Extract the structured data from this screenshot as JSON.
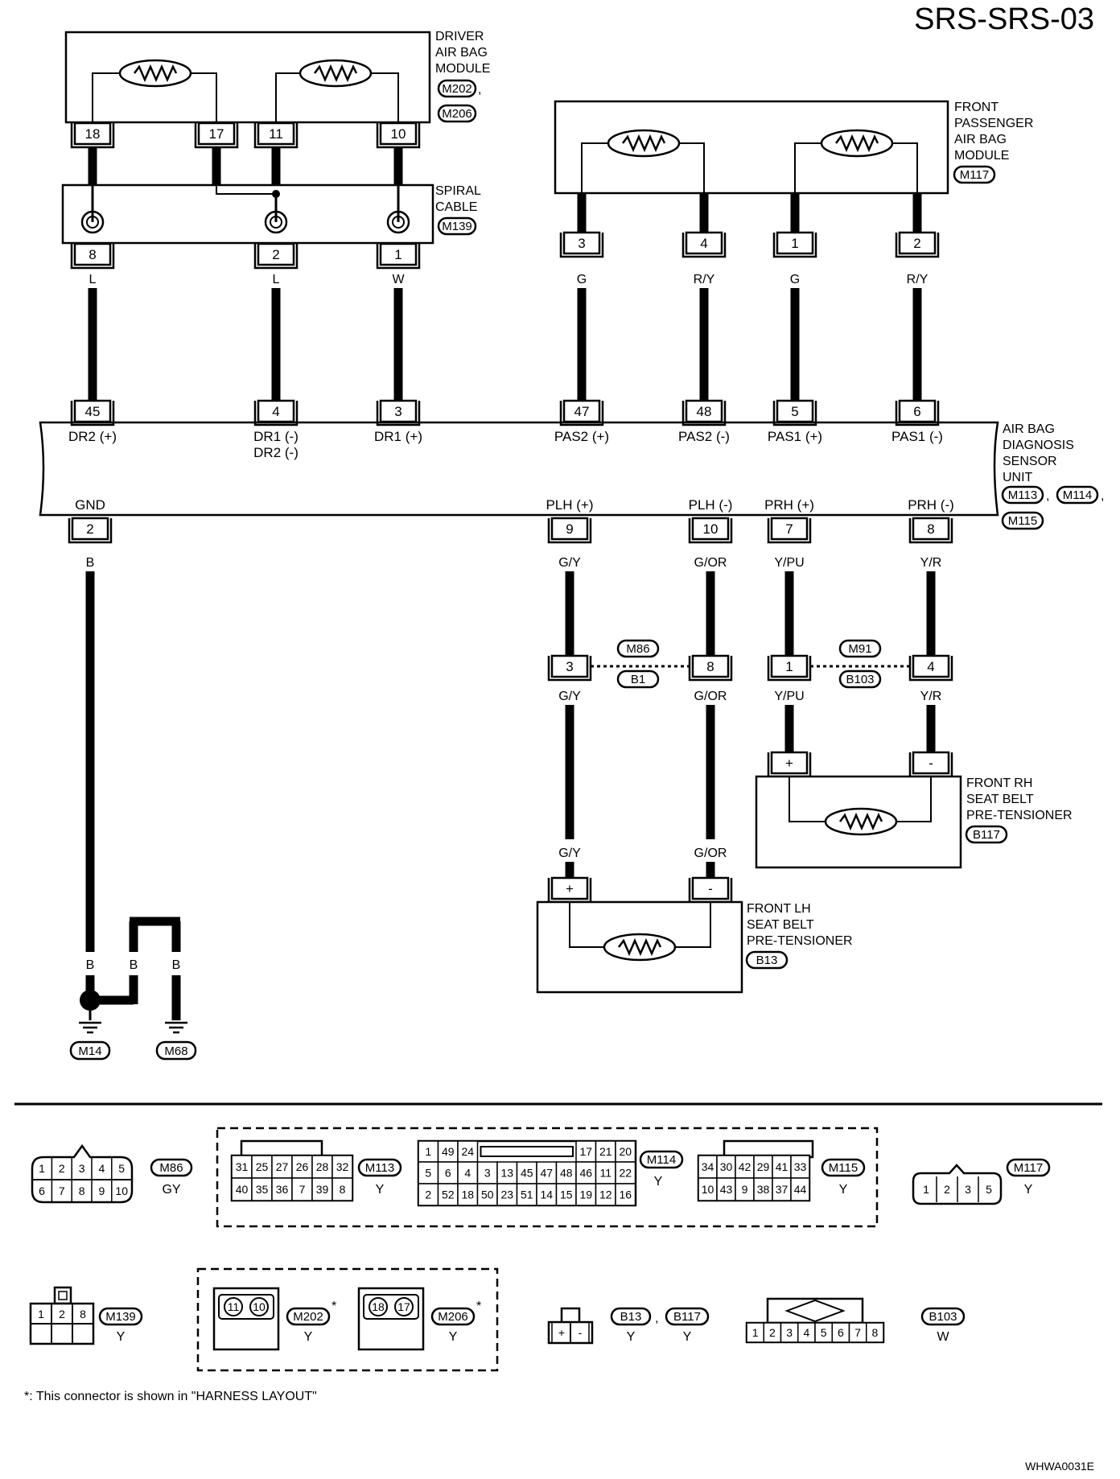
{
  "title": "SRS-SRS-03",
  "footer_code": "WHWA0031E",
  "note": "*: This connector is shown in \"HARNESS LAYOUT\"",
  "components": {
    "driver_module": {
      "label": [
        "DRIVER",
        "AIR BAG",
        "MODULE"
      ],
      "connectors": [
        "M202",
        "M206"
      ]
    },
    "spiral_cable": {
      "label": [
        "SPIRAL",
        "CABLE"
      ],
      "connector": "M139"
    },
    "passenger_module": {
      "label": [
        "FRONT",
        "PASSENGER",
        "AIR BAG",
        "MODULE"
      ],
      "connector": "M117"
    },
    "sensor_unit": {
      "label": [
        "AIR BAG",
        "DIAGNOSIS",
        "SENSOR",
        "UNIT"
      ],
      "connectors": [
        "M113",
        "M114",
        "M115"
      ]
    },
    "rh_pretensioner": {
      "label": [
        "FRONT RH",
        "SEAT BELT",
        "PRE-TENSIONER"
      ],
      "connector": "B117"
    },
    "lh_pretensioner": {
      "label": [
        "FRONT LH",
        "SEAT BELT",
        "PRE-TENSIONER"
      ],
      "connector": "B13"
    }
  },
  "pins": {
    "driver": [
      "18",
      "17",
      "11",
      "10"
    ],
    "spiral_bottom": [
      "8",
      "2",
      "1"
    ],
    "passenger": [
      "3",
      "4",
      "1",
      "2"
    ],
    "unit_top": [
      "45",
      "4",
      "3",
      "47",
      "48",
      "5",
      "6"
    ],
    "unit_bottom": [
      "2",
      "9",
      "10",
      "7",
      "8"
    ],
    "joint_m86": [
      "3",
      "8"
    ],
    "joint_m91": [
      "1",
      "4"
    ],
    "pretensioner": [
      "+",
      "-"
    ]
  },
  "wire_colors": {
    "spiral": [
      "L",
      "L",
      "W"
    ],
    "passenger": [
      "G",
      "R/Y",
      "G",
      "R/Y"
    ],
    "unit_bottom": [
      "B",
      "G/Y",
      "G/OR",
      "Y/PU",
      "Y/R"
    ],
    "ground": [
      "B",
      "B",
      "B"
    ]
  },
  "terminals": {
    "top": [
      "DR2 (+)",
      "DR1 (-)",
      "DR2 (-)",
      "DR1 (+)",
      "PAS2 (+)",
      "PAS2 (-)",
      "PAS1 (+)",
      "PAS1 (-)"
    ],
    "bottom": [
      "GND",
      "PLH (+)",
      "PLH (-)",
      "PRH (+)",
      "PRH (-)"
    ]
  },
  "joint_connectors": {
    "m86": [
      "M86",
      "B1"
    ],
    "m91": [
      "M91",
      "B103"
    ]
  },
  "grounds": [
    "M14",
    "M68"
  ],
  "connector_views": {
    "m86": {
      "ref": "M86",
      "color": "GY",
      "row1": [
        "1",
        "2",
        "3",
        "4",
        "5"
      ],
      "row2": [
        "6",
        "7",
        "8",
        "9",
        "10"
      ]
    },
    "m113": {
      "ref": "M113",
      "color": "Y",
      "row1": [
        "31",
        "25",
        "27",
        "26",
        "28",
        "32"
      ],
      "row2": [
        "40",
        "35",
        "36",
        "7",
        "39",
        "8"
      ]
    },
    "m114": {
      "ref": "M114",
      "color": "Y",
      "row1": [
        "1",
        "49",
        "24",
        "17",
        "21",
        "20"
      ],
      "row2": [
        "5",
        "6",
        "4",
        "3",
        "13",
        "45",
        "47",
        "48",
        "46",
        "11",
        "22"
      ],
      "row3": [
        "2",
        "52",
        "18",
        "50",
        "23",
        "51",
        "14",
        "15",
        "19",
        "12",
        "16"
      ]
    },
    "m115": {
      "ref": "M115",
      "color": "Y",
      "row1": [
        "34",
        "30",
        "42",
        "29",
        "41",
        "33"
      ],
      "row2": [
        "10",
        "43",
        "9",
        "38",
        "37",
        "44"
      ]
    },
    "m117": {
      "ref": "M117",
      "color": "Y",
      "pins": [
        "1",
        "2",
        "3",
        "5"
      ]
    },
    "m139": {
      "ref": "M139",
      "color": "Y",
      "pins": [
        "1",
        "2",
        "8"
      ]
    },
    "m202": {
      "ref": "M202",
      "color": "Y",
      "pins": [
        "11",
        "10"
      ]
    },
    "m206": {
      "ref": "M206",
      "color": "Y",
      "pins": [
        "18",
        "17"
      ]
    },
    "b13": {
      "refs": [
        "B13",
        "B117"
      ],
      "colors": [
        "Y",
        "Y"
      ],
      "pins": [
        "+",
        "-"
      ]
    },
    "b103": {
      "ref": "B103",
      "color": "W",
      "pins": [
        "1",
        "2",
        "3",
        "4",
        "5",
        "6",
        "7",
        "8"
      ]
    }
  },
  "asterisk": "*",
  "comma": ","
}
